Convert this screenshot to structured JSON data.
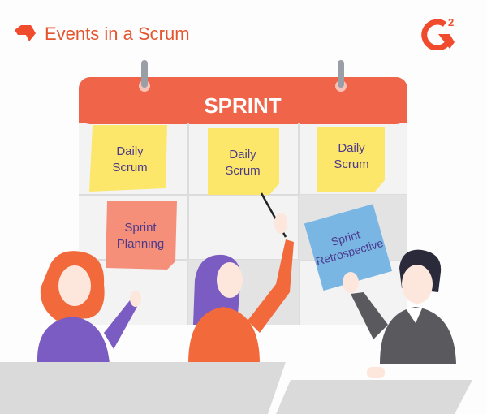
{
  "header": {
    "title": "Events in a Scrum",
    "brand_logo": "G2"
  },
  "calendar": {
    "title": "SPRINT",
    "notes": [
      {
        "line1": "Daily",
        "line2": "Scrum"
      },
      {
        "line1": "Daily",
        "line2": "Scrum"
      },
      {
        "line1": "Daily",
        "line2": "Scrum"
      },
      {
        "line1": "Sprint",
        "line2": "Planning"
      },
      {
        "line1": "Sprint",
        "line2": "Retrospective"
      }
    ]
  },
  "colors": {
    "accent": "#f0654a",
    "yellow_note": "#fce76a",
    "pink_note": "#f58f7a",
    "blue_note": "#7ab6e4",
    "text_purple": "#4b3a8c"
  }
}
